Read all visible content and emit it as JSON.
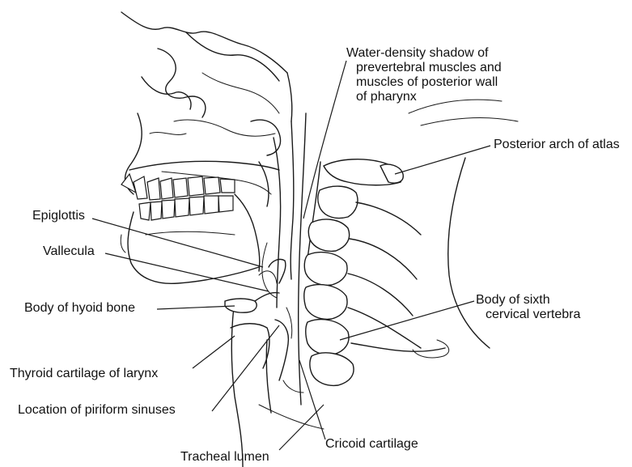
{
  "labels": {
    "water_density": [
      "Water-density shadow of",
      "prevertebral muscles and",
      "muscles of posterior wall",
      "of pharynx"
    ],
    "posterior_arch": "Posterior arch of atlas",
    "epiglottis": "Epiglottis",
    "vallecula": "Vallecula",
    "hyoid": "Body of hyoid bone",
    "sixth_vertebra": [
      "Body of sixth",
      "cervical vertebra"
    ],
    "thyroid": "Thyroid cartilage of larynx",
    "piriform": "Location of piriform sinuses",
    "cricoid": "Cricoid cartilage",
    "tracheal": "Tracheal lumen"
  },
  "colors": {
    "line": "#1a1a1a",
    "background": "#ffffff"
  }
}
